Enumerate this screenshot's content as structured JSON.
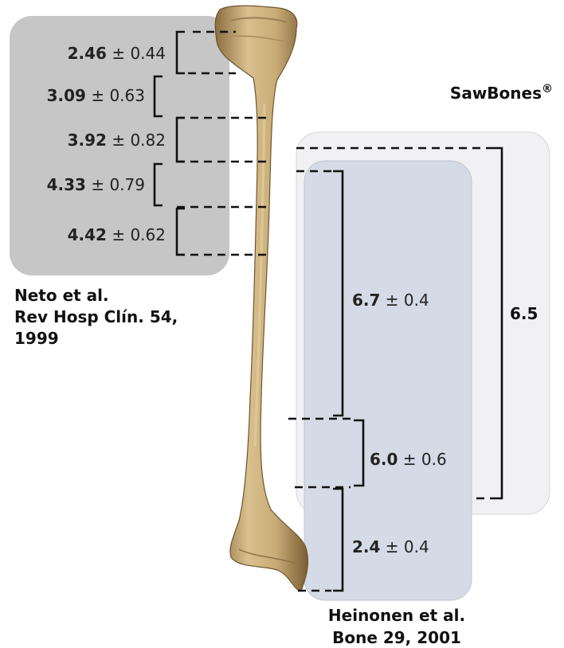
{
  "neto": {
    "measurements": [
      {
        "mean": "2.46",
        "sd": "± 0.44"
      },
      {
        "mean": "3.09",
        "sd": "± 0.63"
      },
      {
        "mean": "3.92",
        "sd": "± 0.82"
      },
      {
        "mean": "4.33",
        "sd": "± 0.79"
      },
      {
        "mean": "4.42",
        "sd": "± 0.62"
      }
    ],
    "citation": [
      "Neto et al.",
      "Rev Hosp Clín. 54,",
      "1999"
    ]
  },
  "sawbones": {
    "title": "SawBones",
    "mark": "®",
    "value": "6.5"
  },
  "heinonen": {
    "measurements": [
      {
        "mean": "6.7",
        "sd": "± 0.4"
      },
      {
        "mean": "6.0",
        "sd": "± 0.6"
      },
      {
        "mean": "2.4",
        "sd": "± 0.4"
      }
    ],
    "citation": [
      "Heinonen et al.",
      "Bone 29, 2001"
    ]
  },
  "colors": {
    "neto_panel": "#c6c6c6",
    "sawbones_panel": "#f1f1f3",
    "heinonen_panel": "#d4dae6",
    "bone": "#c8ad7a"
  }
}
